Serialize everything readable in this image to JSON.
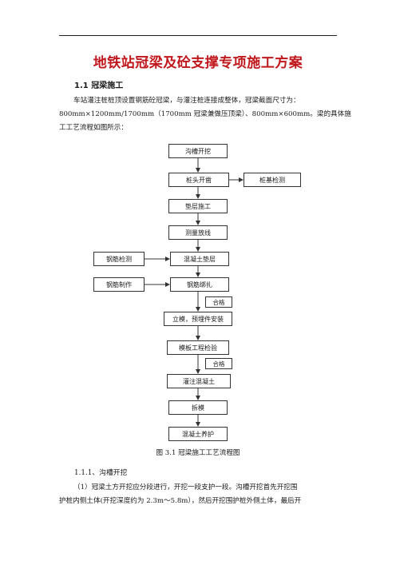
{
  "document": {
    "title": "地铁站冠梁及砼支撑专项施工方案",
    "section_heading": "1.1 冠梁施工",
    "intro_lines": [
      "车站灌注桩桩顶设置钢筋砼冠梁，与灌注桩连接成整体，冠梁截面尺寸为：",
      "800mm×1200mm/1700mm（1700mm 冠梁兼做压顶梁）、800mm×600mm。梁的具体施",
      "工工艺流程如图所示："
    ],
    "figure_caption": "图 3.1 冠梁施工工艺流程图",
    "subheading": "1.1.1、沟槽开挖",
    "body_lines": [
      "（1）冠梁土方开挖应分段进行，开挖一段支护一段。沟槽开挖首先开挖围",
      "护桩内侧土体(开挖深度约为 2.3m～5.8m），然后开挖围护桩外侧土体，最后开"
    ]
  },
  "flowchart": {
    "main_steps": [
      "沟槽开挖",
      "桩头开凿",
      "垫层施工",
      "测量放线",
      "混凝土垫层",
      "钢筋绑扎",
      "立模，预埋件安装",
      "模板工程检验",
      "灌注混凝土",
      "拆模",
      "混凝土养护"
    ],
    "side_steps": {
      "pile_test": "桩基检测",
      "rebar_test": "钢筋检测",
      "rebar_fabrication": "钢筋制作"
    },
    "check_labels": {
      "after_rebar": "合格",
      "after_formwork": "合格"
    }
  }
}
